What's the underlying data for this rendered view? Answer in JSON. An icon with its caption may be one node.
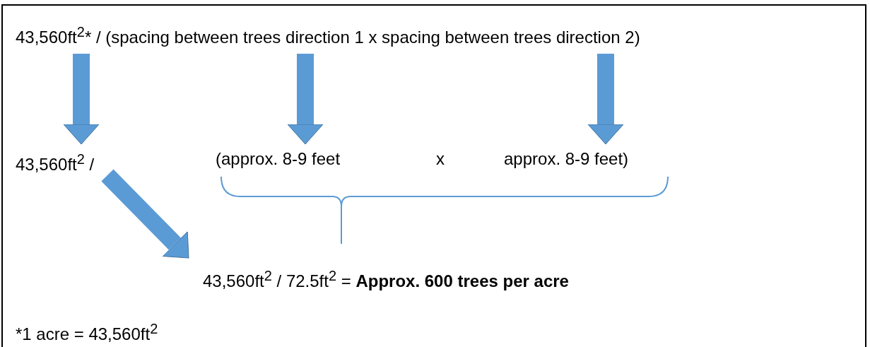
{
  "diagram": {
    "nodes": [
      {
        "text": [
          "43,560ft$^{2}$* / (spacing between trees direction 1 x spacing between trees  direction 2)"
        ]
      },
      {
        "text": [
          "43,560ft$^{2}$ /"
        ]
      },
      {
        "text": [
          "(approx. 8-9 feet"
        ]
      },
      {
        "text": [
          "approx. 8-9 feet)"
        ]
      },
      {
        "text": [
          "43,560ft$^{2}$ / 72.5ft$^{2}$ = **Approx. 600 trees per acre**"
        ]
      }
    ],
    "edges": [
      {
        "from": 0,
        "to": 1,
        "arrow": "to"
      },
      {
        "from": 0,
        "to": 2,
        "arrow": "to"
      },
      {
        "from": 0,
        "to": 3,
        "arrow": "to"
      },
      {
        "from": 1,
        "to": 4,
        "arrow": "to"
      }
    ],
    "labels": [
      "x",
      "*1 acre = 43,560ft$^{2}$"
    ]
  }
}
